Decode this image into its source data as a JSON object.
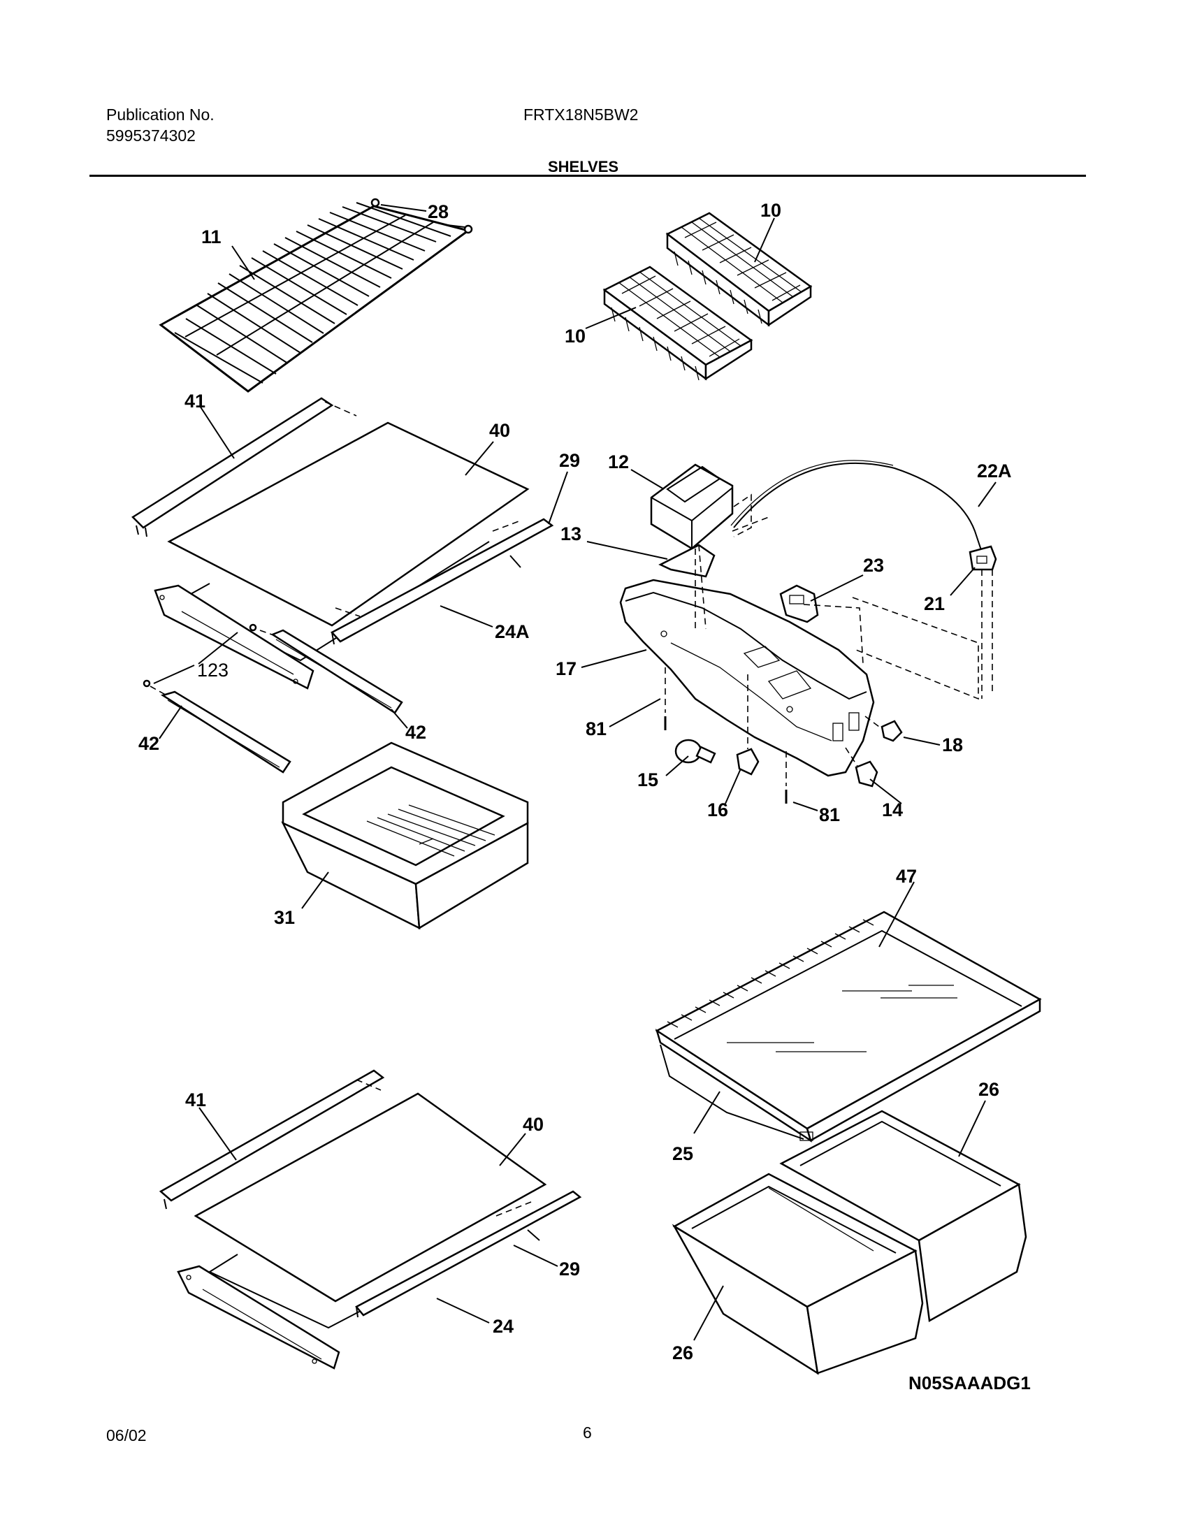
{
  "header": {
    "publication_label": "Publication No.",
    "publication_number": "5995374302",
    "model": "FRTX18N5BW2",
    "section_title": "SHELVES"
  },
  "callouts": {
    "c11": "11",
    "c28": "28",
    "c10a": "10",
    "c10b": "10",
    "c41a": "41",
    "c40a": "40",
    "c29a": "29",
    "c24A": "24A",
    "c123": "123",
    "c42a": "42",
    "c42b": "42",
    "c31": "31",
    "c12": "12",
    "c13": "13",
    "c22A": "22A",
    "c23": "23",
    "c21": "21",
    "c17": "17",
    "c81a": "81",
    "c15": "15",
    "c16": "16",
    "c81b": "81",
    "c14": "14",
    "c18": "18",
    "c47": "47",
    "c25": "25",
    "c26a": "26",
    "c26b": "26",
    "c41b": "41",
    "c40b": "40",
    "c29b": "29",
    "c24": "24"
  },
  "diagram_code": "N05SAAADG1",
  "footer": {
    "date": "06/02",
    "page": "6"
  }
}
